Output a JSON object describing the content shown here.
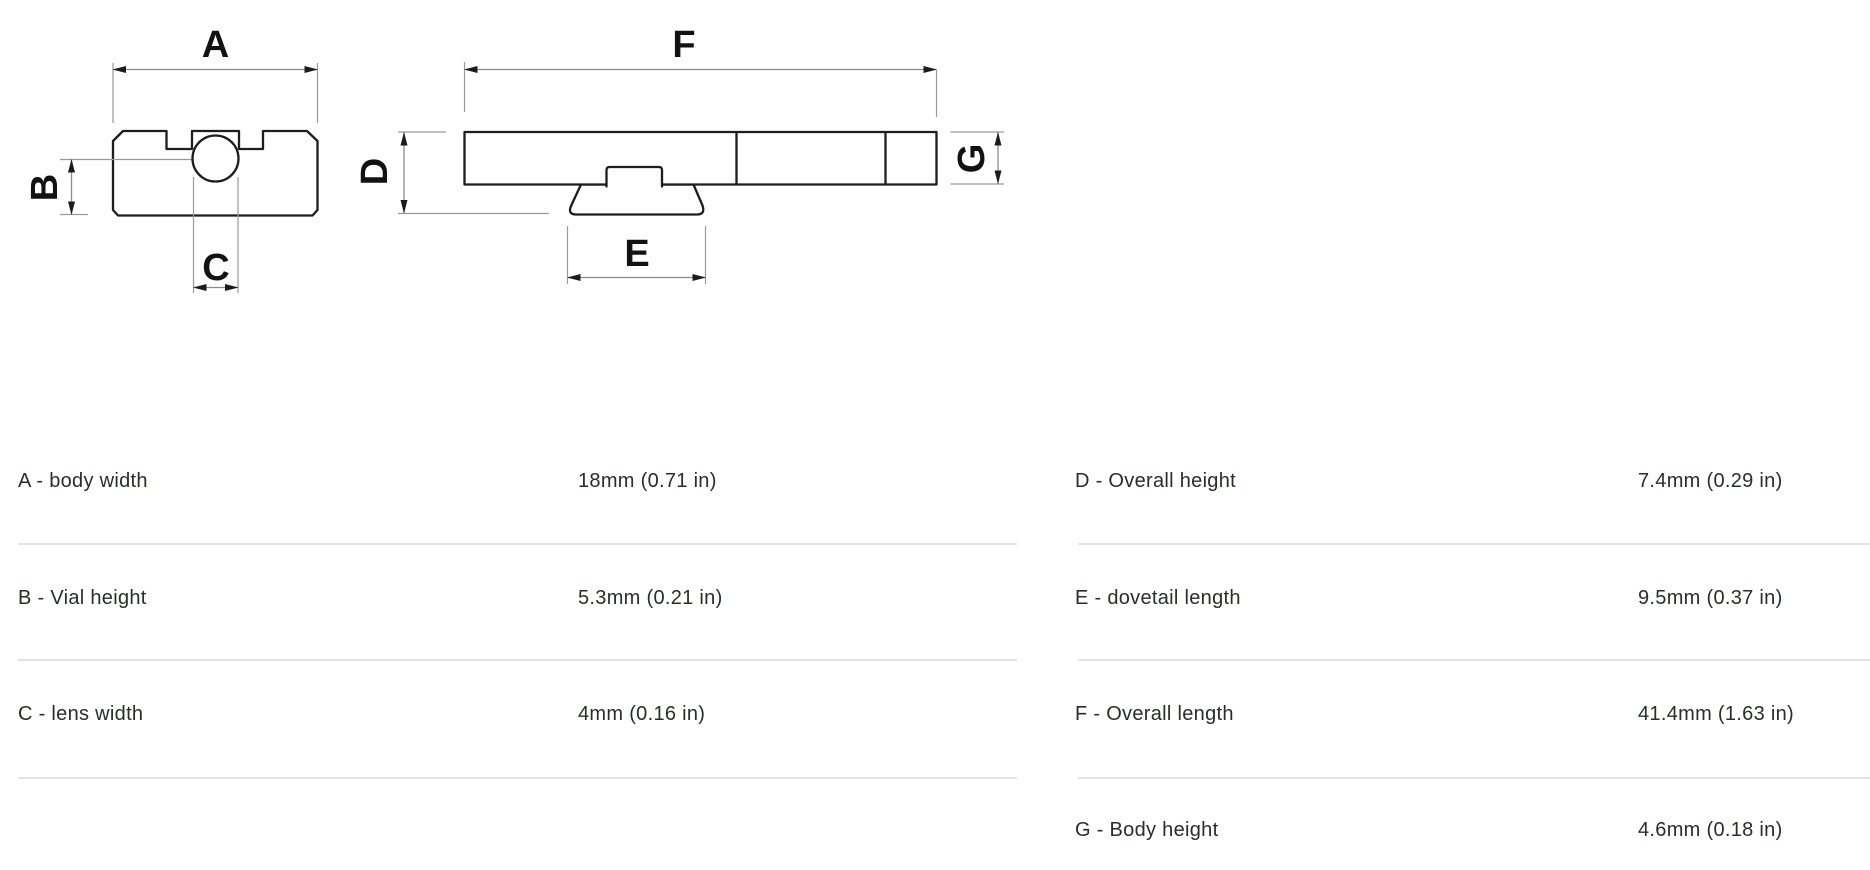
{
  "diagram": {
    "labels": {
      "a": "A",
      "b": "B",
      "c": "C",
      "d": "D",
      "e": "E",
      "f": "F",
      "g": "G"
    }
  },
  "specs": {
    "left": [
      {
        "label": "A - body width",
        "value": "18mm (0.71 in)"
      },
      {
        "label": "B - Vial height",
        "value": "5.3mm (0.21 in)"
      },
      {
        "label": "C - lens width",
        "value": "4mm (0.16 in)"
      }
    ],
    "right": [
      {
        "label": "D - Overall height",
        "value": "7.4mm (0.29 in)"
      },
      {
        "label": "E - dovetail length",
        "value": "9.5mm (0.37 in)"
      },
      {
        "label": "F - Overall length",
        "value": "41.4mm (1.63 in)"
      },
      {
        "label": "G - Body height",
        "value": "4.6mm (0.18 in)"
      }
    ]
  },
  "colors": {
    "background": "#ffffff",
    "text": "#263026",
    "drawing_line": "#1d1d1d",
    "dimension_line": "#8d8d8d",
    "divider": "#e4e4e4"
  }
}
